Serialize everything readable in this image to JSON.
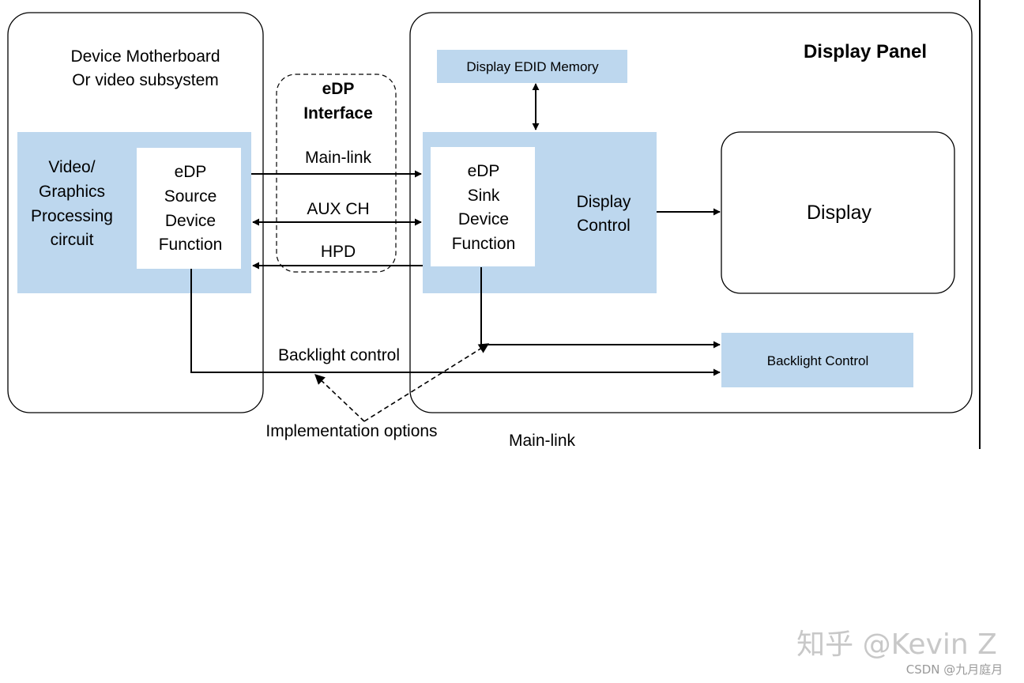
{
  "motherboard": {
    "title_line1": "Device Motherboard",
    "title_line2": "Or video subsystem",
    "video_block": {
      "line1": "Video/",
      "line2": "Graphics",
      "line3": "Processing",
      "line4": "circuit"
    },
    "source_block": {
      "line1": "eDP",
      "line2": "Source",
      "line3": "Device",
      "line4": "Function"
    }
  },
  "interface": {
    "title_line1": "eDP",
    "title_line2": "Interface",
    "main_link": "Main-link",
    "aux_ch": "AUX CH",
    "hpd": "HPD"
  },
  "panel": {
    "title": "Display Panel",
    "edid": "Display EDID Memory",
    "sink_block": {
      "line1": "eDP",
      "line2": "Sink",
      "line3": "Device",
      "line4": "Function"
    },
    "display_control_line1": "Display",
    "display_control_line2": "Control",
    "display": "Display",
    "backlight_control": "Backlight Control"
  },
  "labels": {
    "backlight_control": "Backlight control",
    "implementation_options": "Implementation options",
    "main_link_bottom": "Main-link"
  },
  "watermark": {
    "main": "知乎 @Kevin Z",
    "sub": "CSDN @九月庭月"
  },
  "colors": {
    "block_fill": "#bdd7ee",
    "line": "#000000",
    "watermark": "#c8c8c8"
  }
}
